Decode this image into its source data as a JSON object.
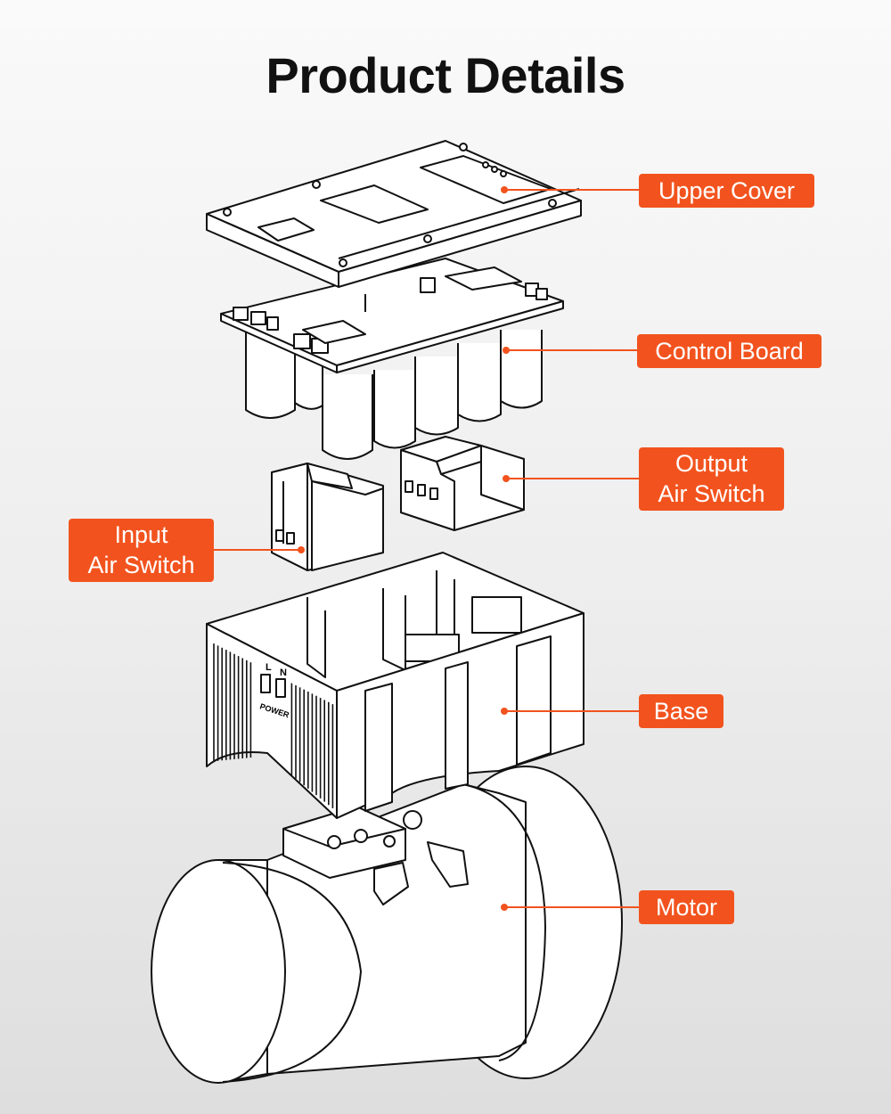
{
  "title": "Product Details",
  "accent_color": "#f2531e",
  "labels": {
    "upper_cover": "Upper Cover",
    "control_board": "Control Board",
    "output_switch": [
      "Output",
      "Air Switch"
    ],
    "input_switch": [
      "Input",
      "Air Switch"
    ],
    "base": "Base",
    "motor": "Motor"
  },
  "base_markings": {
    "left": "L",
    "right": "N",
    "caption": "POWER"
  }
}
